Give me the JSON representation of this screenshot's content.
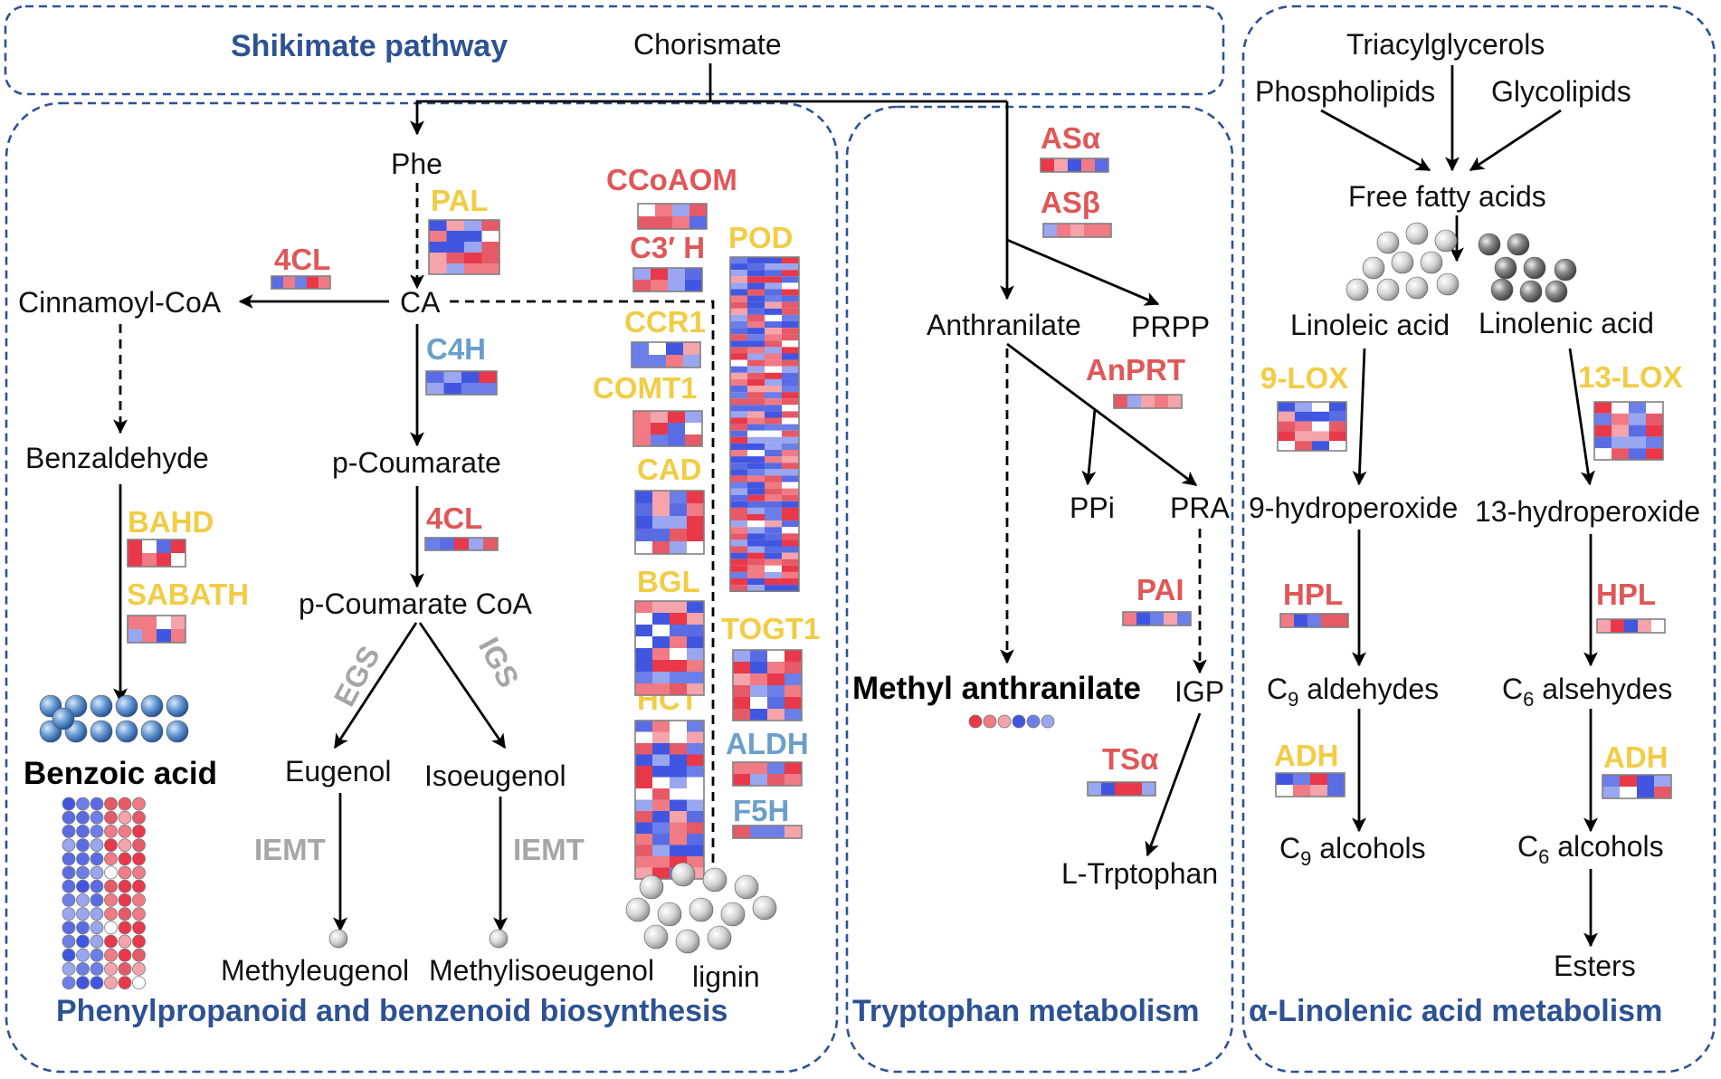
{
  "colors": {
    "box_border": "#2d5294",
    "title": "#2d5294",
    "enzyme_red": "#e05757",
    "enzyme_yellow": "#f2cc45",
    "enzyme_blue": "#6a9fcb",
    "enzyme_gray": "#a6a6a6",
    "heat_red": "#e8384a",
    "heat_blue": "#4156e0",
    "heat_white": "#ffffff"
  },
  "titles": {
    "shikimate": "Shikimate pathway",
    "phenyl": "Phenylpropanoid and benzenoid biosynthesis",
    "trp": "Tryptophan metabolism",
    "linolenic": "α-Linolenic acid metabolism"
  },
  "metabolites": {
    "chorismate": "Chorismate",
    "phe": "Phe",
    "ca": "CA",
    "cinnamoyl": "Cinnamoyl-CoA",
    "benzaldehyde": "Benzaldehyde",
    "benzoic": "Benzoic acid",
    "pcoumarate": "p-Coumarate",
    "pcoumaratecoa": "p-Coumarate CoA",
    "eugenol": "Eugenol",
    "isoeugenol": "Isoeugenol",
    "methyleugenol": "Methyleugenol",
    "methylisoeugenol": "Methylisoeugenol",
    "lignin": "lignin",
    "anthranilate": "Anthranilate",
    "prpp": "PRPP",
    "ppi": "PPi",
    "pra": "PRA",
    "igp": "IGP",
    "methylanthranilate": "Methyl anthranilate",
    "ltrp": "L-Trptophan",
    "triacylglycerols": "Triacylglycerols",
    "phospholipids": "Phospholipids",
    "glycolipids": "Glycolipids",
    "ffa": "Free fatty acids",
    "linoleic": "Linoleic acid",
    "linolenic": "Linolenic acid",
    "hp9": "9-hydroperoxide",
    "hp13": "13-hydroperoxide",
    "c9ald_c": "C",
    "c9ald_s": "9",
    "c9ald_t": " aldehydes",
    "c6ald_c": "C",
    "c6ald_s": "6",
    "c6ald_t": " alsehydes",
    "c9alc_c": "C",
    "c9alc_s": "9",
    "c9alc_t": " alcohols",
    "c6alc_c": "C",
    "c6alc_s": "6",
    "c6alc_t": " alcohols",
    "esters": "Esters"
  },
  "enzymes": {
    "pal": "PAL",
    "fourcl_a": "4CL",
    "c4h": "C4H",
    "fourcl_b": "4CL",
    "bahd": "BAHD",
    "sabath": "SABATH",
    "egs": "EGS",
    "igs": "IGS",
    "iemt_a": "IEMT",
    "iemt_b": "IEMT",
    "ccoaom": "CCoAOM",
    "c3h": "C3′ H",
    "ccr1": "CCR1",
    "comt1": "COMT1",
    "cad": "CAD",
    "bgl": "BGL",
    "hct": "HCT",
    "pod": "POD",
    "togt1": "TOGT1",
    "aldh": "ALDH",
    "f5h": "F5H",
    "asa": "ASα",
    "asb": "ASβ",
    "anprt": "AnPRT",
    "pai": "PAI",
    "tsa": "TSα",
    "lox9": "9-LOX",
    "lox13": "13-LOX",
    "hpl_a": "HPL",
    "hpl_b": "HPL",
    "adh_a": "ADH",
    "adh_b": "ADH"
  }
}
